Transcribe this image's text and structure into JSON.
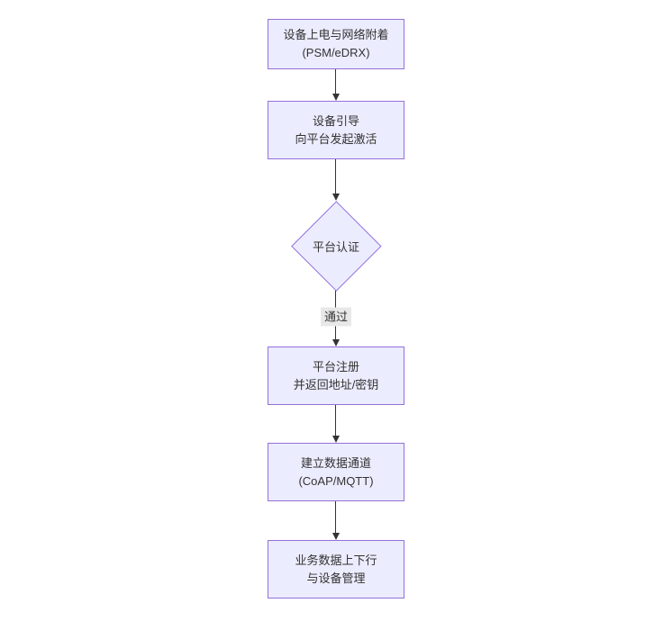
{
  "diagram": {
    "type": "flowchart-top-down",
    "nodes": [
      {
        "id": "power",
        "shape": "rect",
        "lines": [
          "设备上电与网络附着",
          "(PSM/eDRX)"
        ]
      },
      {
        "id": "boot",
        "shape": "rect",
        "lines": [
          "设备引导",
          "向平台发起激活"
        ]
      },
      {
        "id": "auth",
        "shape": "diamond",
        "lines": [
          "平台认证"
        ]
      },
      {
        "id": "register",
        "shape": "rect",
        "lines": [
          "平台注册",
          "并返回地址/密钥"
        ]
      },
      {
        "id": "channel",
        "shape": "rect",
        "lines": [
          "建立数据通道",
          "(CoAP/MQTT)"
        ]
      },
      {
        "id": "business",
        "shape": "rect",
        "lines": [
          "业务数据上下行",
          "与设备管理"
        ]
      }
    ],
    "edges": [
      {
        "from": "power",
        "to": "boot",
        "label": ""
      },
      {
        "from": "boot",
        "to": "auth",
        "label": ""
      },
      {
        "from": "auth",
        "to": "register",
        "label": "通过"
      },
      {
        "from": "register",
        "to": "channel",
        "label": ""
      },
      {
        "from": "channel",
        "to": "business",
        "label": ""
      }
    ]
  },
  "colors": {
    "node_fill": "#ECECFF",
    "node_border": "#9370DB",
    "arrow_color": "#333333",
    "text_color": "#333333",
    "edge_label_bg": "#e8e8e8",
    "canvas_bg": "#ffffff"
  }
}
